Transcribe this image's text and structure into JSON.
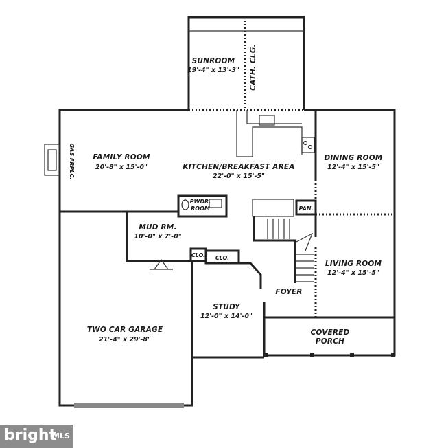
{
  "rooms": {
    "sunroom": {
      "name": "SUNROOM",
      "dims": "19'-4\" x 13'-3\""
    },
    "cath_clg": {
      "name": "CATH. CLG."
    },
    "family": {
      "name": "FAMILY ROOM",
      "dims": "20'-8\" x 15'-0\""
    },
    "gas_frplc": {
      "name": "GAS FRPLC."
    },
    "kitchen": {
      "name": "KITCHEN/BREAKFAST AREA",
      "dims": "22'-0\" x 15'-5\""
    },
    "dining": {
      "name": "DINING ROOM",
      "dims": "12'-4\" x 15'-5\""
    },
    "pwdr": {
      "name": "PWDR.",
      "name2": "ROOM"
    },
    "pan": {
      "name": "PAN."
    },
    "mud": {
      "name": "MUD RM.",
      "dims": "10'-0\" x 7'-0\""
    },
    "clo1": {
      "name": "CLO."
    },
    "clo2": {
      "name": "CLO."
    },
    "living": {
      "name": "LIVING ROOM",
      "dims": "12'-4\" x 15'-5\""
    },
    "foyer": {
      "name": "FOYER"
    },
    "study": {
      "name": "STUDY",
      "dims": "12'-0\" x 14'-0\""
    },
    "porch": {
      "name": "COVERED",
      "name2": "PORCH"
    },
    "garage": {
      "name": "TWO CAR GARAGE",
      "dims": "21'-4\" x 29'-8\""
    }
  },
  "watermark": {
    "brand": "bright",
    "suffix": "MLS"
  }
}
